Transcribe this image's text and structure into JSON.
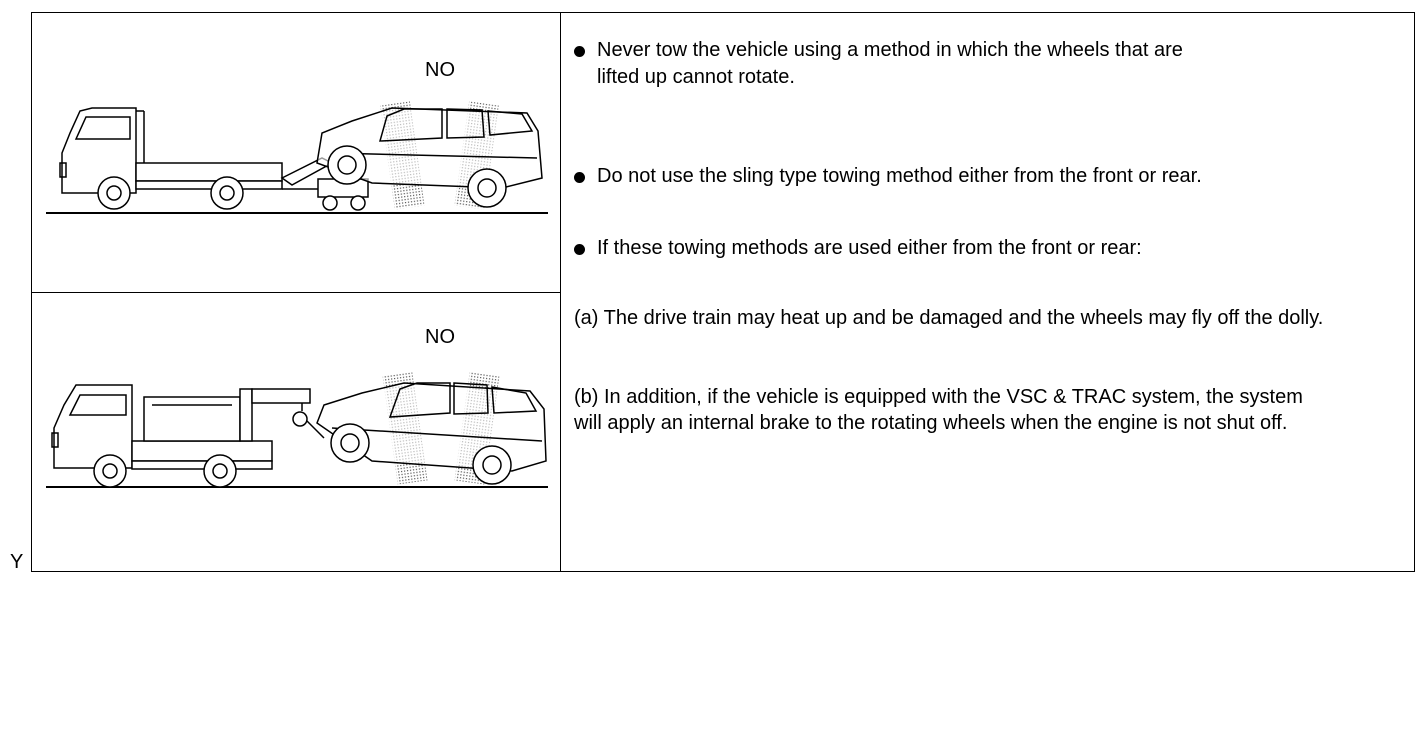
{
  "figure_id": "Y",
  "panels": [
    {
      "label": "NO",
      "method": "wheel-lift dolly tow"
    },
    {
      "label": "NO",
      "method": "sling type tow"
    }
  ],
  "bullets": [
    {
      "lines": [
        "Never tow the vehicle using a method in which the wheels that are",
        "lifted up cannot rotate."
      ]
    },
    {
      "lines": [
        "Do not use the sling type towing method either from the front or rear."
      ]
    },
    {
      "lines": [
        "If these towing methods are used either from the front or rear:"
      ]
    }
  ],
  "notes": [
    {
      "lines": [
        "(a) The drive train may heat up and be damaged and the wheels may fly off the dolly."
      ]
    },
    {
      "lines": [
        "(b) In addition, if the vehicle is equipped with the VSC & TRAC system, the system",
        "will apply an internal brake to the rotating wheels when the engine is not shut off."
      ]
    }
  ]
}
